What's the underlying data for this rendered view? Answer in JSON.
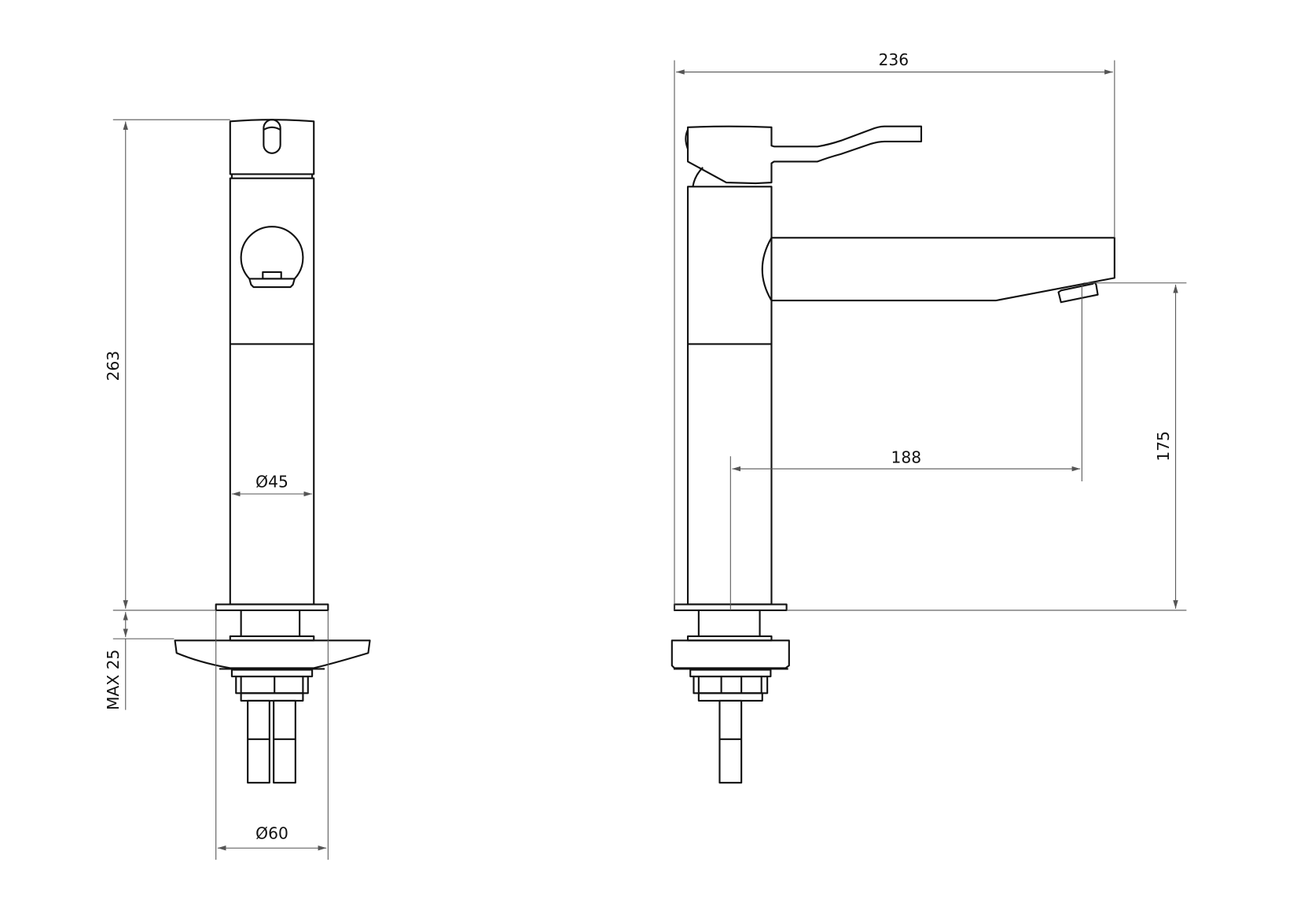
{
  "drawing": {
    "front_view": {
      "dimensions": {
        "overall_height": "263",
        "max_thickness": "MAX 25",
        "body_diameter": "Ø45",
        "base_diameter": "Ø60"
      }
    },
    "side_view": {
      "dimensions": {
        "overall_length": "236",
        "spout_reach": "188",
        "spout_height": "175"
      }
    },
    "colors": {
      "line": "#111111",
      "dimension_line": "#555555",
      "background": "#ffffff"
    }
  }
}
